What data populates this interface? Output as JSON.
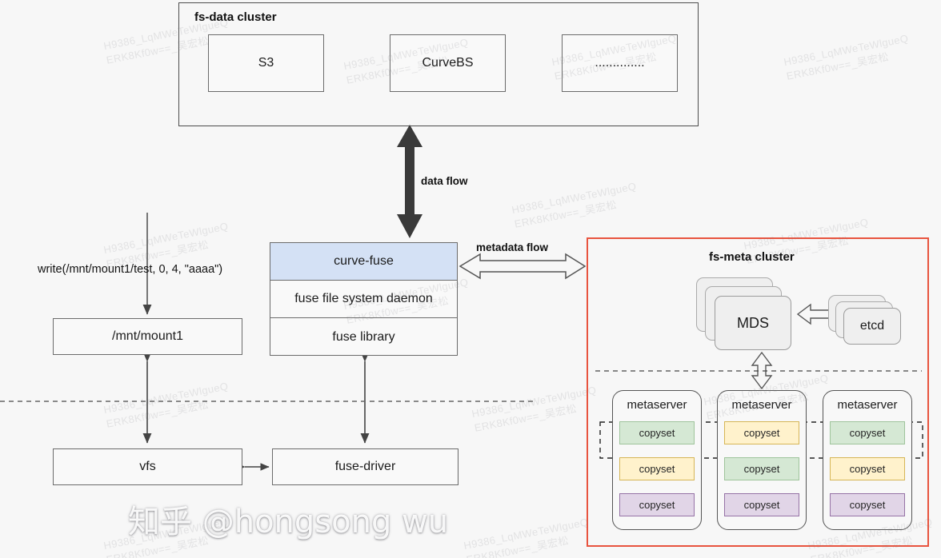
{
  "diagram": {
    "title": "CurveFS architecture data/metadata flow",
    "watermark_main": "知乎 @hongsong wu",
    "watermark_bg_line1": "H9386_LqMWeTeWlgueQ",
    "watermark_bg_line2": "ERK8Kf0w==_吴宏松"
  },
  "data_cluster": {
    "title": "fs-data cluster",
    "backends": [
      {
        "label": "S3"
      },
      {
        "label": "CurveBS"
      },
      {
        "label": ".............."
      }
    ]
  },
  "client": {
    "call_label": "write(/mnt/mount1/test, 0, 4, \"aaaa\")",
    "mount_label": "/mnt/mount1",
    "vfs_label": "vfs",
    "fuse_driver_label": "fuse-driver",
    "stack": [
      {
        "label": "curve-fuse",
        "accent": true
      },
      {
        "label": "fuse file system daemon",
        "accent": false
      },
      {
        "label": "fuse library",
        "accent": false
      }
    ]
  },
  "flows": {
    "data_flow_label": "data flow",
    "metadata_flow_label": "metadata flow"
  },
  "meta_cluster": {
    "title": "fs-meta  cluster",
    "mds_label": "MDS",
    "etcd_label": "etcd",
    "metaservers": [
      {
        "label": "metaserver",
        "copysets": [
          {
            "label": "copyset",
            "color": "green"
          },
          {
            "label": "copyset",
            "color": "yellow"
          },
          {
            "label": "copyset",
            "color": "purple"
          }
        ]
      },
      {
        "label": "metaserver",
        "copysets": [
          {
            "label": "copyset",
            "color": "yellow"
          },
          {
            "label": "copyset",
            "color": "green"
          },
          {
            "label": "copyset",
            "color": "purple"
          }
        ]
      },
      {
        "label": "metaserver",
        "copysets": [
          {
            "label": "copyset",
            "color": "green"
          },
          {
            "label": "copyset",
            "color": "yellow"
          },
          {
            "label": "copyset",
            "color": "purple"
          }
        ]
      }
    ]
  },
  "colors": {
    "accent_blue": "#d4e1f5",
    "meta_border_red": "#e8543f",
    "copyset_green": "#d5e8d4",
    "copyset_yellow": "#fff2cc",
    "copyset_purple": "#e1d5e7",
    "background": "#f7f7f7"
  }
}
